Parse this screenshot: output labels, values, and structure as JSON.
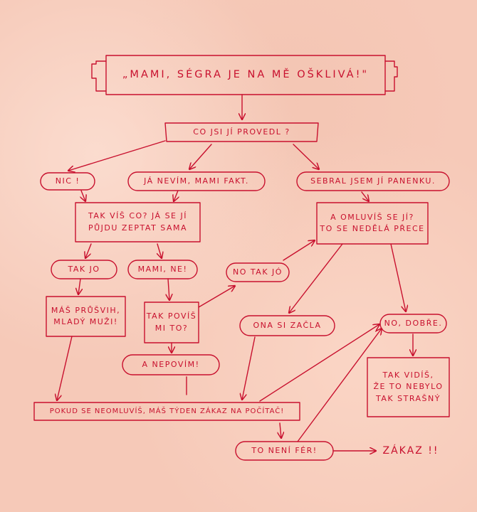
{
  "title": "„MAMI, SÉGRA JE NA MĚ OŠKLIVÁ!\"",
  "nodes": {
    "q1": "CO JSI JÍ PROVEDL ?",
    "a_nic": "NIC !",
    "a_nevim": "JÁ NEVÍM, MAMI FAKT.",
    "a_panenka": "SEBRAL JSEM JÍ PANENKU.",
    "q_zeptat": "TAK VÍŠ CO? JÁ SE JÍ\nPŮJDU ZEPTAT SAMA",
    "q_omluvis": "A OMLUVÍŠ SE JÍ?\nTO SE NEDĚLÁ PŘECE",
    "a_takjo": "TAK JO",
    "a_mamine": "MAMI, NE!",
    "a_notakjo": "NO TAK JÓ",
    "r_prusvih": "MÁŠ PRŮŠVIH,\nMLADÝ MUŽI!",
    "q_povis": "TAK POVÍŠ\nMI TO?",
    "a_onazacla": "ONA SI ZAČLA",
    "a_nodobre": "NO, DOBŘE.",
    "a_nepovim": "A NEPOVÍM!",
    "r_takvidis": "TAK VIDÍŠ,\nŽE TO NEBYLO\nTAK STRAŠNÝ",
    "r_pokud": "POKUD SE NEOMLUVÍŠ, MÁŠ TÝDEN ZÁKAZ NA POČÍTAČ!",
    "a_nenifer": "TO NENÍ FÉR!",
    "r_zakaz": "ZÁKAZ !!"
  },
  "colors": {
    "ink": "#c8102e",
    "paper": "#f6c9b8"
  }
}
